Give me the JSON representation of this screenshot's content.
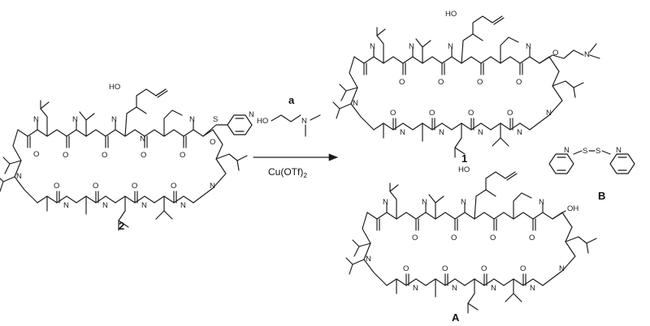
{
  "compounds": [
    {
      "id": "cmp-2",
      "label": "2"
    },
    {
      "id": "cmp-1",
      "label": "1"
    },
    {
      "id": "cmp-A",
      "label": "A"
    },
    {
      "id": "cmp-B",
      "label": "B"
    }
  ],
  "reaction": {
    "reagent_label": "a",
    "catalyst": "Cu(OTf)",
    "catalyst_subscript": "2"
  },
  "atoms": {
    "N": "N",
    "O": "O",
    "S": "S",
    "HO": "HO",
    "OH": "OH"
  }
}
